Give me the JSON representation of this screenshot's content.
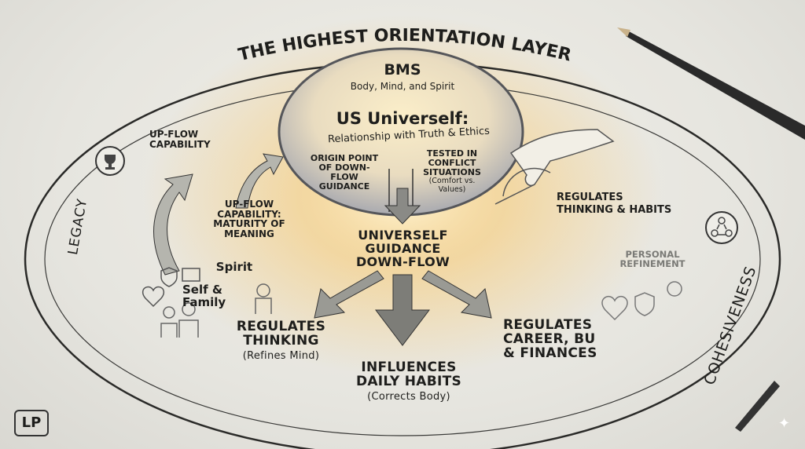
{
  "title": "THE HIGHEST ORIENTATION LAYER",
  "dome": {
    "heading": "BMS",
    "heading_sub": "Body, Mind, and Spirit",
    "core_title": "US Univerself:",
    "core_sub": "Relationship with Truth & Ethics",
    "left_note": [
      "ORIGIN POINT",
      "OF DOWN-FLOW",
      "GUIDANCE"
    ],
    "right_note": [
      "TESTED IN",
      "CONFLICT",
      "SITUATIONS"
    ],
    "right_note_sub": [
      "(Comfort vs.",
      "Values)"
    ]
  },
  "center": [
    "UNIVERSELF",
    "GUIDANCE",
    "DOWN-FLOW"
  ],
  "left": {
    "upflow": [
      "UP-FLOW",
      "CAPABILITY"
    ],
    "upflow_maturity": [
      "UP-FLOW",
      "CAPABILITY:",
      "MATURITY OF",
      "MEANING"
    ],
    "spirit": "Spirit",
    "self_family": [
      "Self &",
      "Family"
    ],
    "ring_label": "LEGACY"
  },
  "outputs": {
    "thinking": {
      "lines": [
        "REGULATES",
        "THINKING"
      ],
      "sub": "(Refines Mind)"
    },
    "habits": {
      "lines": [
        "INFLUENCES",
        "DAILY HABITS"
      ],
      "sub": "(Corrects Body)"
    },
    "career": {
      "lines": [
        "REGULATES",
        "CAREER, BU",
        "& FINANCES"
      ]
    }
  },
  "right": {
    "regulates": [
      "REGULATES",
      "THINKING & HABITS"
    ],
    "personal": [
      "PERSONAL",
      "REFINEMENT"
    ],
    "ring_label": "COHESIVENESS"
  },
  "logo": "LP",
  "colors": {
    "paper": "#e8e7e1",
    "ink": "#1e1e1c",
    "glow": "#f6c66a",
    "muted": "#7a7a76"
  }
}
